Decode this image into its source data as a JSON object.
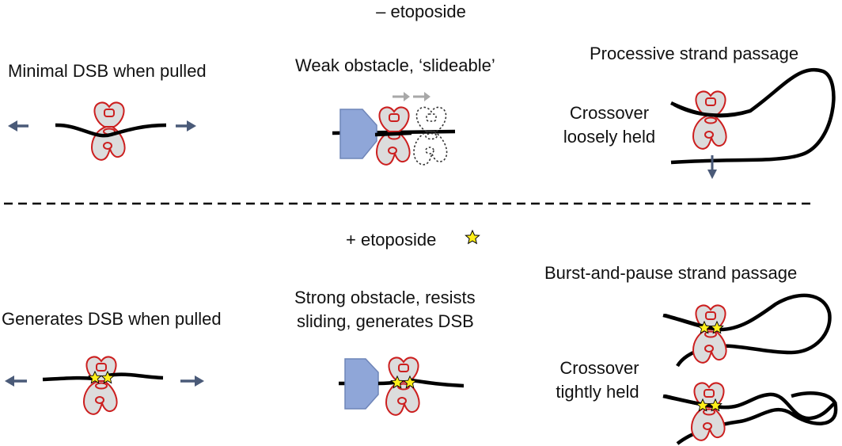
{
  "top": {
    "header": "– etoposide",
    "panel1": {
      "title": "Minimal DSB when pulled"
    },
    "panel2": {
      "title": "Weak obstacle, ‘slideable’"
    },
    "panel3": {
      "title": "Processive strand passage",
      "note_line1": "Crossover",
      "note_line2": "loosely held"
    }
  },
  "bottom": {
    "header": "+ etoposide",
    "panel1": {
      "title": "Generates DSB when pulled"
    },
    "panel2": {
      "title_line1": "Strong obstacle, resists",
      "title_line2": "sliding, generates DSB"
    },
    "panel3": {
      "title": "Burst-and-pause strand passage",
      "note_line1": "Crossover",
      "note_line2": "tightly held"
    }
  },
  "colors": {
    "enzyme_stroke": "#cc1f1f",
    "enzyme_fill": "#dcdcdc",
    "arrow": "#4a5a78",
    "obstacle": "#8fa6d8",
    "slide_arrow": "#a8a8a8",
    "star": "#ffef1a",
    "dna": "#000000"
  }
}
